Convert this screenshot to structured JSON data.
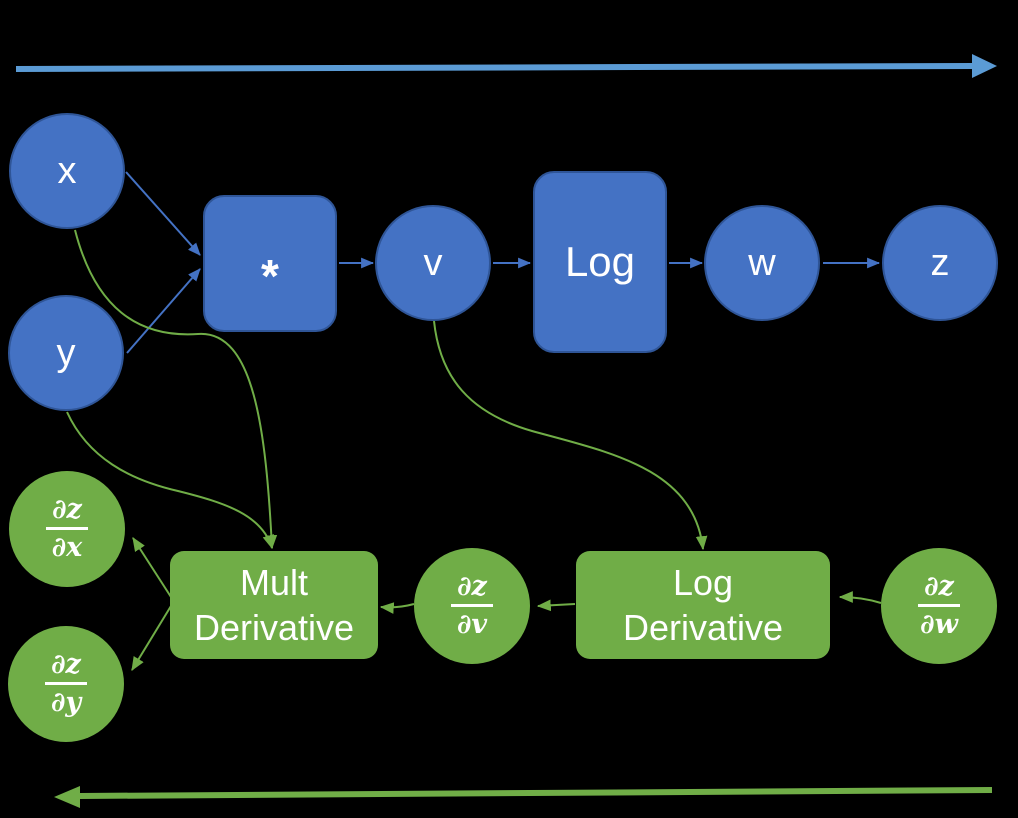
{
  "diagram": {
    "description": "Computational graph with forward pass (top, blue) and backward derivative pass (bottom, green)",
    "colors": {
      "background": "#000000",
      "blue_node_fill": "#4472C4",
      "blue_node_border": "#2F5597",
      "forward_arrow_blue": "#5B9BD5",
      "green": "#70AD47",
      "text_white": "#FFFFFF"
    }
  },
  "forward": {
    "x": {
      "label": "x"
    },
    "y": {
      "label": "y"
    },
    "mult_op": {
      "label": "*"
    },
    "v": {
      "label": "v"
    },
    "log_op": {
      "label": "Log"
    },
    "w": {
      "label": "w"
    },
    "z": {
      "label": "z"
    }
  },
  "backward": {
    "dz_dx": {
      "numerator": "∂z",
      "denominator": "∂x"
    },
    "dz_dy": {
      "numerator": "∂z",
      "denominator": "∂y"
    },
    "dz_dv": {
      "numerator": "∂z",
      "denominator": "∂v"
    },
    "dz_dw": {
      "numerator": "∂z",
      "denominator": "∂w"
    },
    "mult_derivative": {
      "line1": "Mult",
      "line2": "Derivative"
    },
    "log_derivative": {
      "line1": "Log",
      "line2": "Derivative"
    }
  }
}
